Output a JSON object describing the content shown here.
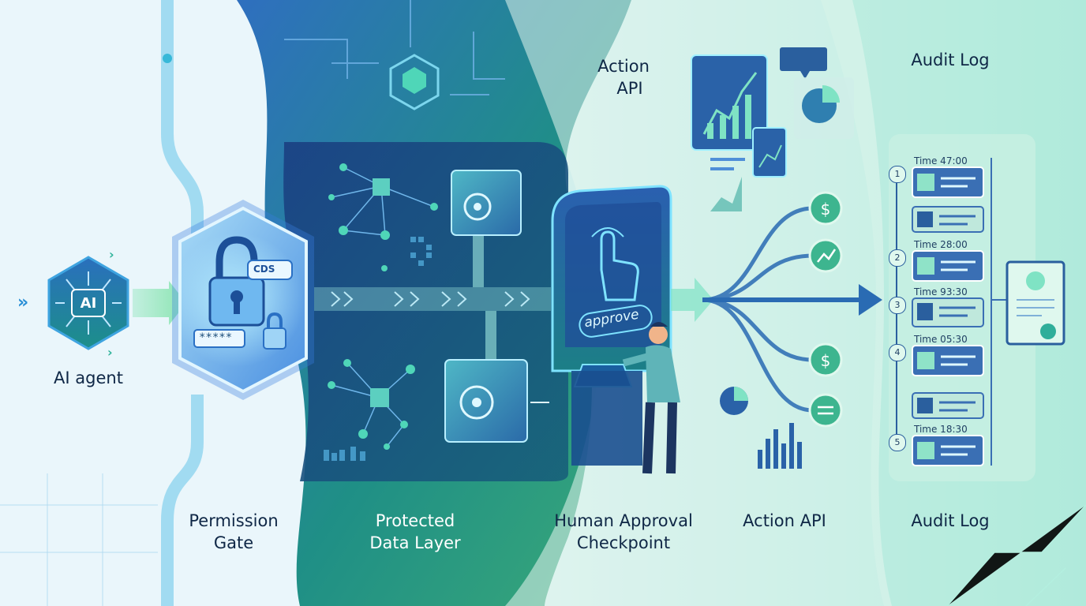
{
  "stages": {
    "ai_agent": "AI agent",
    "ai_badge": "AI",
    "permission_gate": [
      "Permission",
      "Gate"
    ],
    "protected_data_layer": [
      "Protected",
      "Data Layer"
    ],
    "human_approval": [
      "Human Approval",
      "Checkpoint"
    ],
    "action_api_top": [
      "Action",
      "API"
    ],
    "action_api_bottom": "Action API",
    "audit_log_top": "Audit Log",
    "audit_log_bottom": "Audit Log"
  },
  "gate": {
    "cds_label": "CDS",
    "password_mask": "*****"
  },
  "kiosk": {
    "approve_label": "approve"
  },
  "audit": {
    "entries": [
      {
        "number": "1",
        "time": "Time 47:00"
      },
      {
        "number": "2",
        "time": "Time 28:00"
      },
      {
        "number": "3",
        "time": "Time 93:30"
      },
      {
        "number": "4",
        "time": "Time 05:30"
      },
      {
        "number": "5",
        "time": "Time 18:30"
      }
    ]
  },
  "actions": {
    "icons": [
      "dollar-icon",
      "trend-arrow-icon",
      "dollar-icon",
      "exchange-icon"
    ]
  },
  "colors": {
    "navy": "#0f2746",
    "blue": "#2c6bb3",
    "teal": "#2f9e8a",
    "mint": "#7fe3c4",
    "cyan": "#5cc9e6"
  }
}
